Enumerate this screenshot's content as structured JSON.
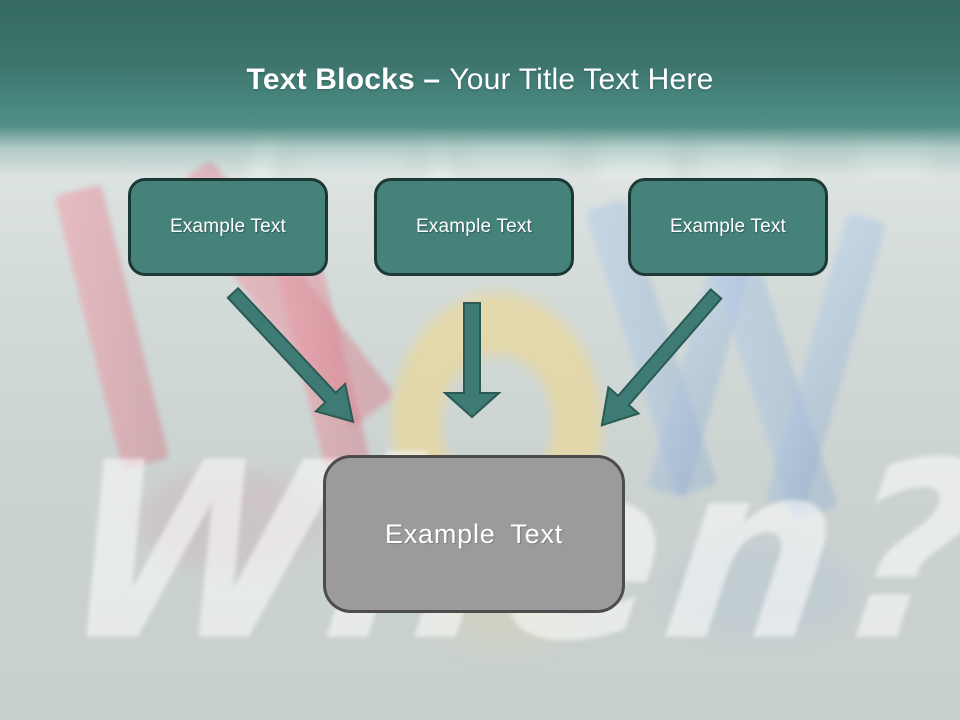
{
  "header": {
    "title_bold": "Text Blocks –",
    "title_regular": "Your Title Text Here"
  },
  "diagram": {
    "top_blocks": [
      {
        "label": "Example Text"
      },
      {
        "label": "Example Text"
      },
      {
        "label": "Example Text"
      }
    ],
    "result_block": {
      "label": "Example Text"
    },
    "arrows": [
      {
        "name": "arrow-down-right-diagonal"
      },
      {
        "name": "arrow-straight-down"
      },
      {
        "name": "arrow-down-left-diagonal"
      }
    ]
  },
  "background": {
    "chalk_text": "When?",
    "photo_word": "NOW",
    "photo_letters": [
      {
        "letter": "N",
        "color": "#e89ba5"
      },
      {
        "letter": "O",
        "color": "#ecd896"
      },
      {
        "letter": "W",
        "color": "#bacfe9"
      }
    ]
  },
  "colors": {
    "header_top": "#35695f",
    "header_bottom": "#4a8b83",
    "title_text": "#ffffff",
    "block_fill": "#44827a",
    "block_border": "#1d3936",
    "block_text": "#ffffff",
    "arrow_fill": "#3e7b74",
    "arrow_border": "#2b5a54",
    "result_fill": "#9b9b9b",
    "result_border": "#4c4c4c",
    "result_text": "#ffffff",
    "canvas": "#cbd3d1"
  }
}
